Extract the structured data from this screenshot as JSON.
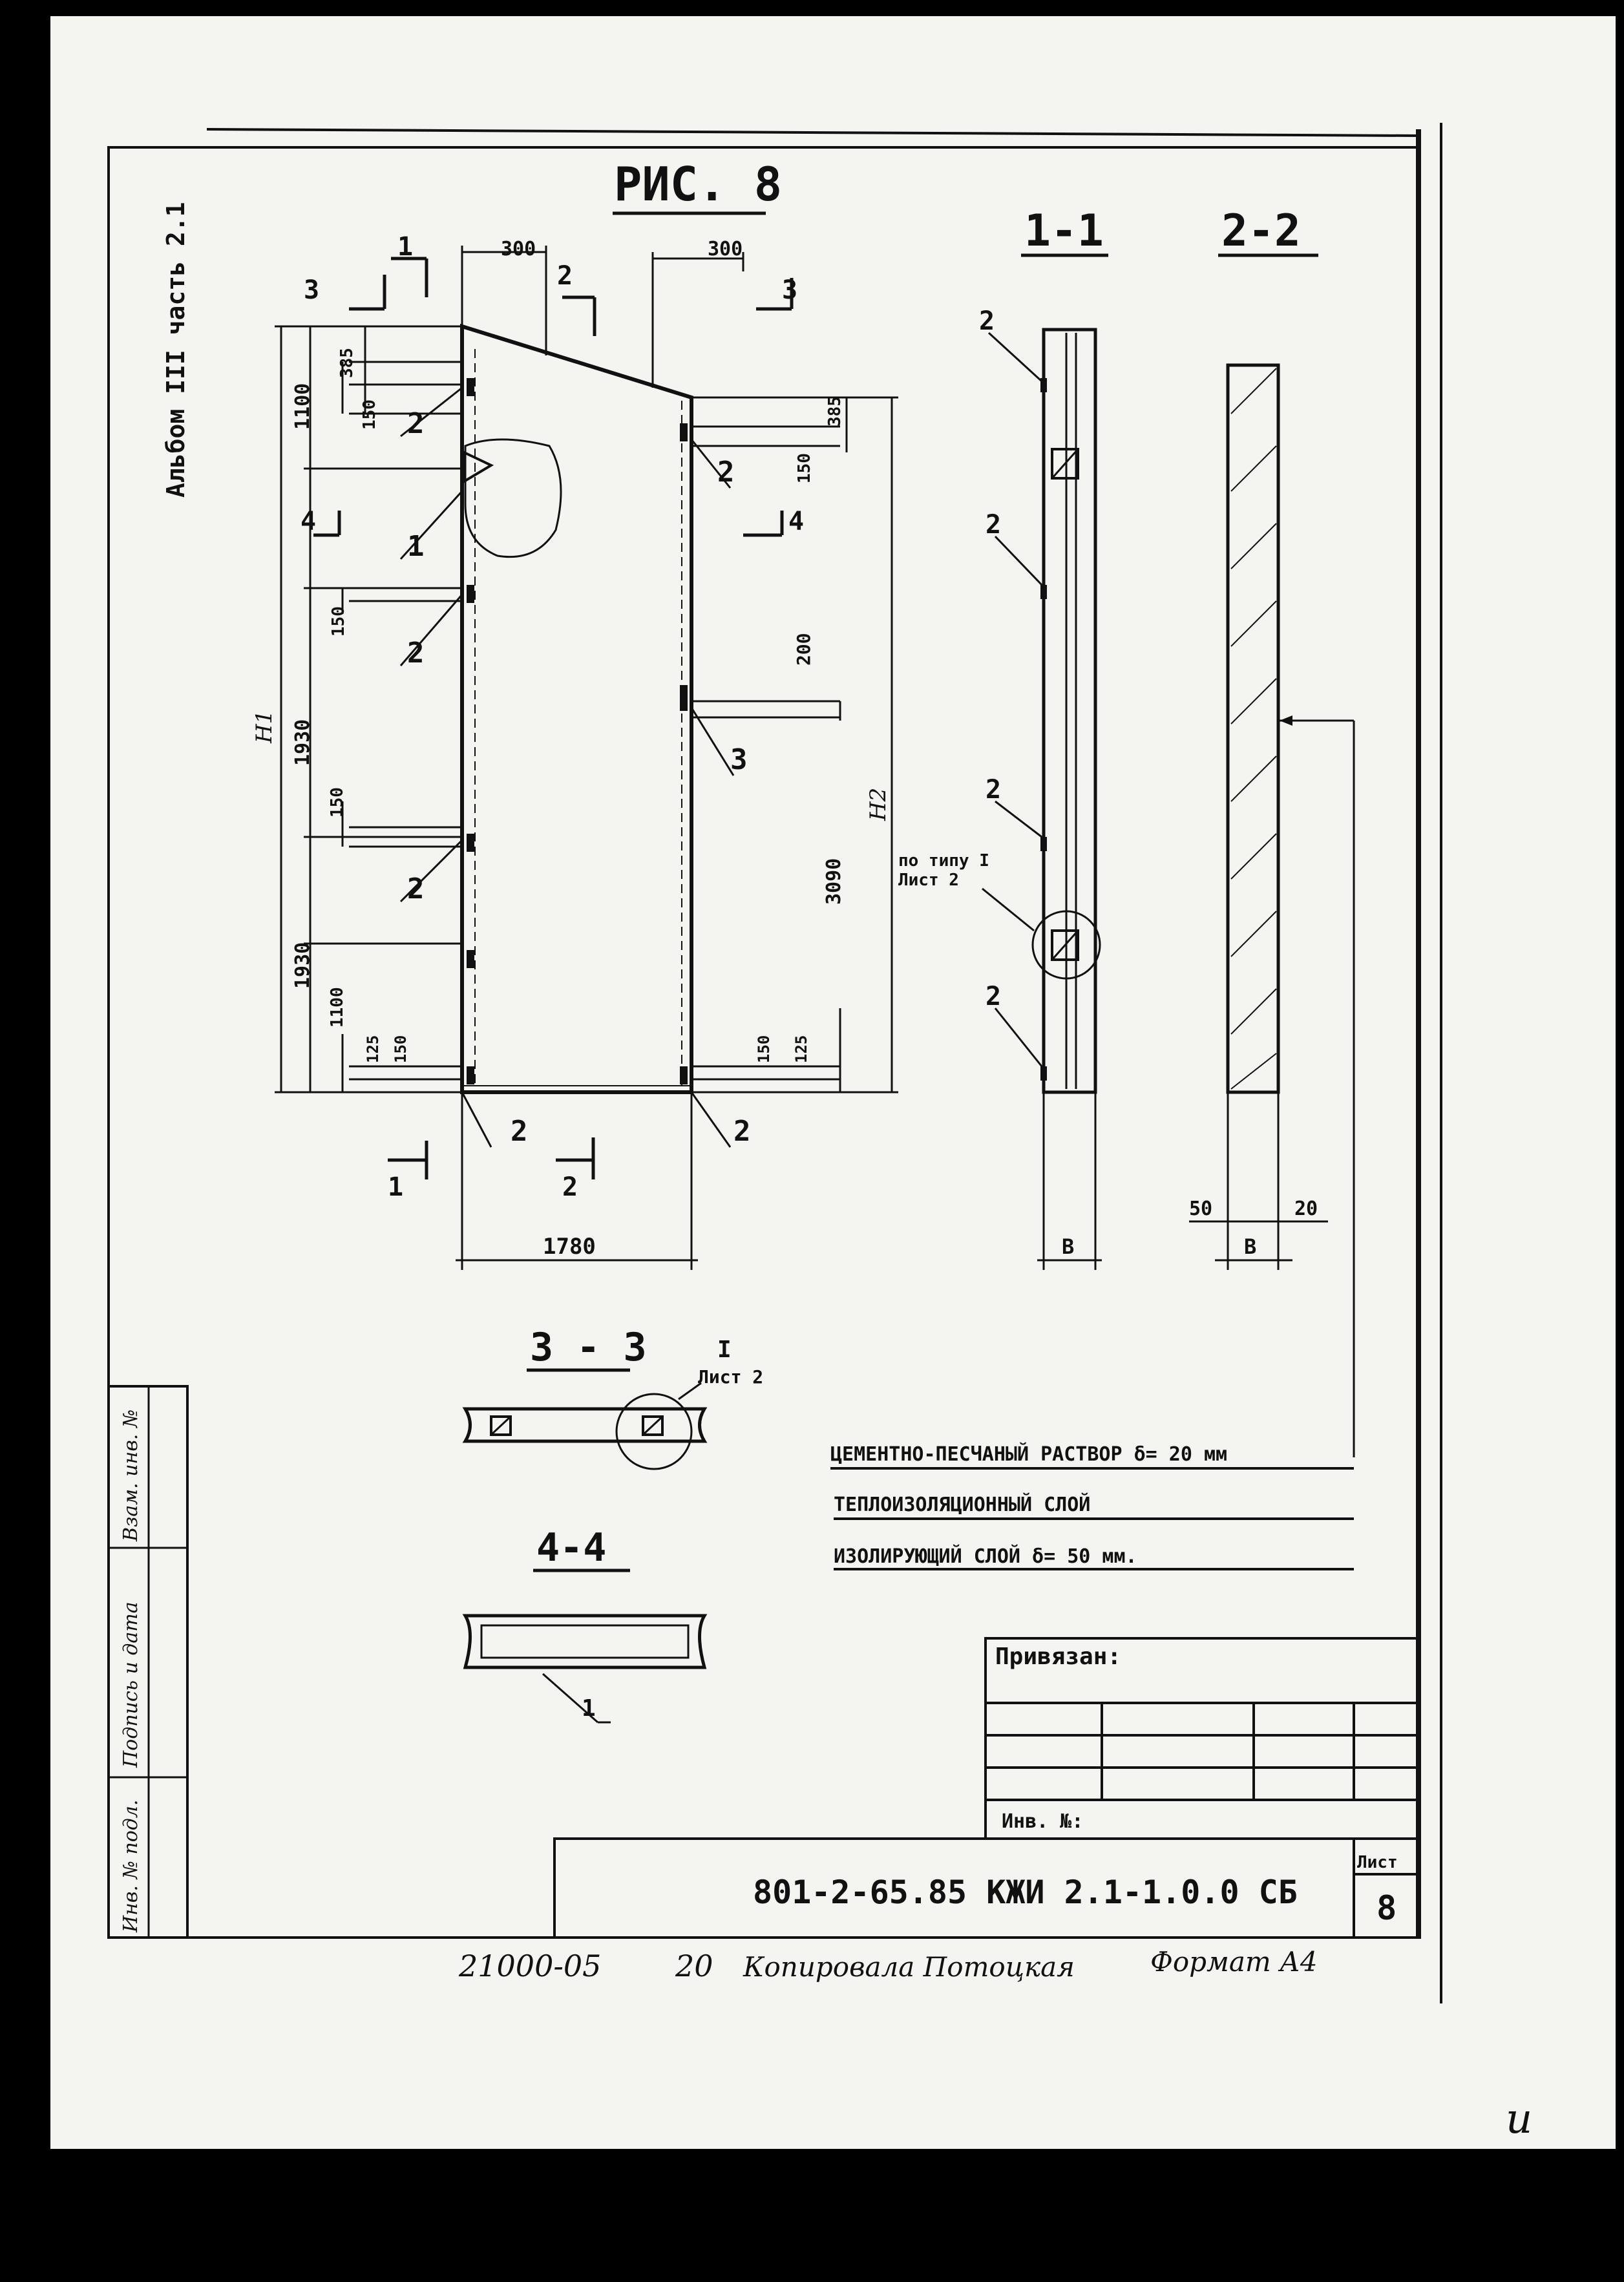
{
  "figure_title": "РИС. 8",
  "album_label": "Альбом III часть 2.1",
  "section_labels": {
    "s11": "1-1",
    "s22": "2-2",
    "s33": "3 - 3",
    "s44": "4-4"
  },
  "cut_markers": {
    "m1": "1",
    "m2": "2",
    "m3": "3",
    "m4": "4"
  },
  "dimensions": {
    "d300_left": "300",
    "d300_right": "300",
    "d385_left": "385",
    "d385_right": "385",
    "d1100_top": "1100",
    "d1930_a": "1930",
    "d1930_b": "1930",
    "d1100_bot": "1100",
    "d150_a": "150",
    "d150_b": "150",
    "d150_c": "150",
    "d150_d": "150",
    "d150_e": "150",
    "d150_f": "150",
    "d125_left": "125",
    "d125_right": "125",
    "d200": "200",
    "d3090": "3090",
    "h1": "H1",
    "h2": "H2",
    "d1780": "1780",
    "b_11": "B",
    "b_22": "B",
    "d50": "50",
    "d20": "20"
  },
  "callouts": {
    "c1": "1",
    "c2": "2",
    "c3": "3"
  },
  "type_note": {
    "line1": "по типу I",
    "line2": "Лист 2"
  },
  "detail_ref": {
    "mark": "I",
    "sheet": "Лист 2"
  },
  "layers": {
    "mortar": "ЦЕМЕНТНО-ПЕСЧАНЫЙ РАСТВОР  δ= 20 мм",
    "insulation": "ТЕПЛОИЗОЛЯЦИОННЫЙ СЛОЙ",
    "isolating": "ИЗОЛИРУЮЩИЙ СЛОЙ          δ= 50 мм."
  },
  "stamp": {
    "privyazan": "Привязан:",
    "inv_no": "Инв. №:",
    "code": "801-2-65.85   КЖИ 2.1-1.0.0 СБ",
    "sheet_label": "Лист",
    "sheet_no": "8"
  },
  "side_column": {
    "c1": "Инв. № подл.",
    "c2": "Подпись и дата",
    "c3": "Взам. инв. №"
  },
  "footer": {
    "number": "21000-05",
    "n20": "20",
    "copied": "Копировала Потоцкая",
    "format": "Формат А4"
  },
  "handwritten_mark": "и"
}
